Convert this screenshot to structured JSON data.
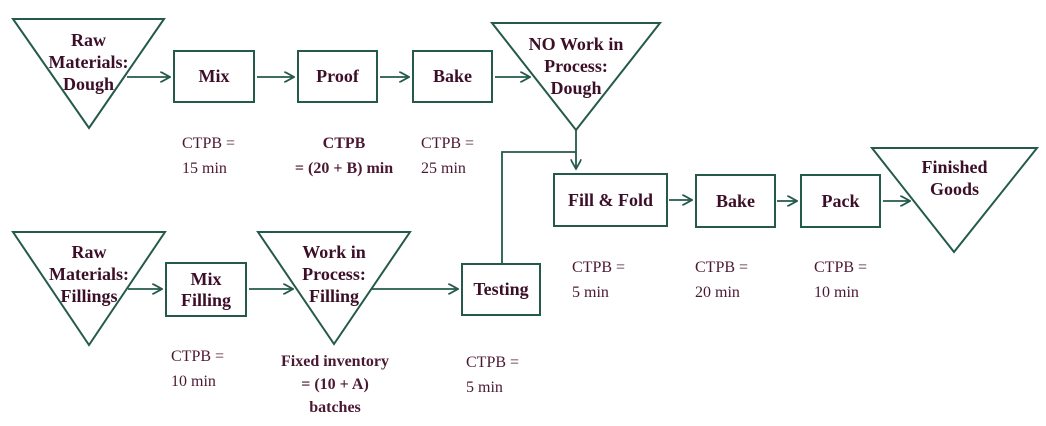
{
  "diagram": {
    "type": "process-flow",
    "colors": {
      "shape_outline": "#24594b",
      "shape_label_text": "#3c0f28",
      "annotation_text": "#4b1832",
      "background": "#ffffff"
    },
    "dough_line": {
      "raw_materials_label": "Raw\nMaterials:\nDough",
      "mix_label": "Mix",
      "mix_ctpb": "CTPB =\n15 min",
      "proof_label": "Proof",
      "proof_ctpb": "CTPB\n= (20 + B) min",
      "bake_label": "Bake",
      "bake_ctpb": "CTPB =\n25 min",
      "no_wip_label": "NO Work in\nProcess:\nDough"
    },
    "filling_line": {
      "raw_materials_label": "Raw\nMaterials:\nFillings",
      "mix_filling_label": "Mix\nFilling",
      "mix_filling_ctpb": "CTPB =\n10 min",
      "wip_label": "Work in\nProcess:\nFilling",
      "wip_note": "Fixed inventory\n= (10 + A)\nbatches",
      "testing_label": "Testing",
      "testing_ctpb": "CTPB =\n5 min"
    },
    "assembly_line": {
      "fill_fold_label": "Fill & Fold",
      "fill_fold_ctpb": "CTPB =\n5 min",
      "bake_label": "Bake",
      "bake_ctpb": "CTPB =\n20 min",
      "pack_label": "Pack",
      "pack_ctpb": "CTPB =\n10 min",
      "finished_goods_label": "Finished\nGoods"
    }
  }
}
